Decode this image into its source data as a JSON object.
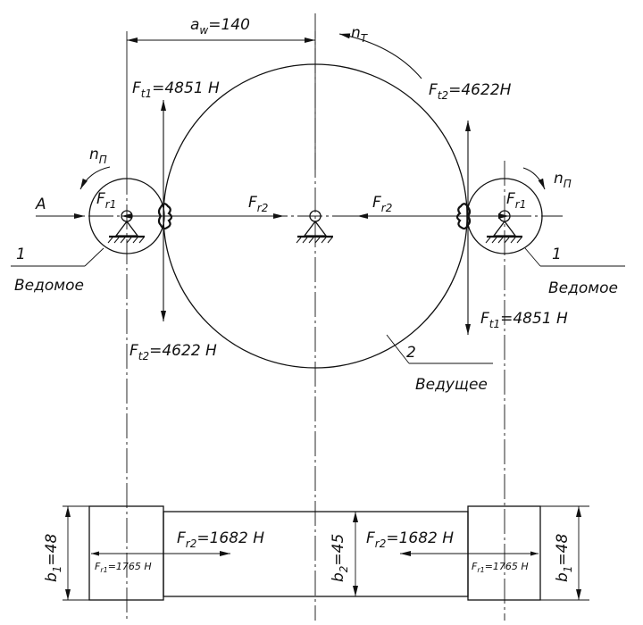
{
  "dims": {
    "aw": "a",
    "aw_sub": "w",
    "aw_val": "=140",
    "b1_left": "b",
    "b1_left_sub": "1",
    "b1_left_val": "=48",
    "b2": "b",
    "b2_sub": "2",
    "b2_val": "=45",
    "b1_right": "b",
    "b1_right_sub": "1",
    "b1_right_val": "=48"
  },
  "speeds": {
    "nT": "n",
    "nT_sub": "T",
    "nP_left": "n",
    "nP_left_sub": "П",
    "nP_right": "n",
    "nP_right_sub": "П"
  },
  "forces": {
    "ft1_top": {
      "base": "F",
      "sub": "t1",
      "val": "=4851 Н"
    },
    "ft2_top": {
      "base": "F",
      "sub": "t2",
      "val": "=4622Н"
    },
    "ft2_bottom": {
      "base": "F",
      "sub": "t2",
      "val": "=4622 Н"
    },
    "ft1_bottom": {
      "base": "F",
      "sub": "t1",
      "val": "=4851 Н"
    },
    "fr1_left": {
      "base": "F",
      "sub": "r1"
    },
    "fr1_right": {
      "base": "F",
      "sub": "r1"
    },
    "fr2_left": {
      "base": "F",
      "sub": "r2"
    },
    "fr2_right": {
      "base": "F",
      "sub": "r2"
    },
    "fr2_bot_left": {
      "base": "F",
      "sub": "r2",
      "val": "=1682 Н"
    },
    "fr2_bot_right": {
      "base": "F",
      "sub": "r2",
      "val": "=1682 Н"
    },
    "fr1_bot_left": {
      "base": "F",
      "sub": "r1",
      "val": "=1765 Н"
    },
    "fr1_bot_right": {
      "base": "F",
      "sub": "r1",
      "val": "=1765 Н"
    }
  },
  "labels": {
    "view_a": "A",
    "num_left": "1",
    "num_right": "1",
    "num_center": "2",
    "driven_left": "Ведомое",
    "driven_right": "Ведомое",
    "driving": "Ведущее"
  }
}
